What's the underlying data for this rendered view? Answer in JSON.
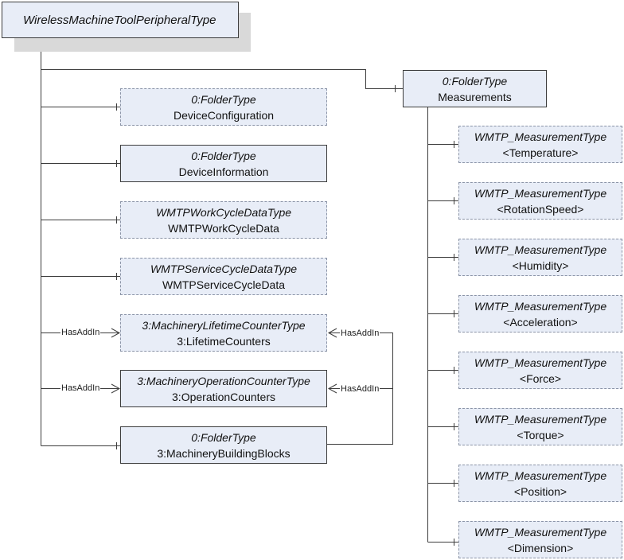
{
  "root": {
    "name": "WirelessMachineToolPeripheralType"
  },
  "children": [
    {
      "type": "0:FolderType",
      "name": "DeviceConfiguration"
    },
    {
      "type": "0:FolderType",
      "name": "DeviceInformation"
    },
    {
      "type": "WMTPWorkCycleDataType",
      "name": "WMTPWorkCycleData"
    },
    {
      "type": "WMTPServiceCycleDataType",
      "name": "WMTPServiceCycleData"
    },
    {
      "type": "3:MachineryLifetimeCounterType",
      "name": "3:LifetimeCounters"
    },
    {
      "type": "3:MachineryOperationCounterType",
      "name": "3:OperationCounters"
    },
    {
      "type": "0:FolderType",
      "name": "3:MachineryBuildingBlocks"
    }
  ],
  "measurements": {
    "type": "0:FolderType",
    "name": "Measurements",
    "items": [
      {
        "type": "WMTP_MeasurementType",
        "name": "<Temperature>"
      },
      {
        "type": "WMTP_MeasurementType",
        "name": "<RotationSpeed>"
      },
      {
        "type": "WMTP_MeasurementType",
        "name": "<Humidity>"
      },
      {
        "type": "WMTP_MeasurementType",
        "name": "<Acceleration>"
      },
      {
        "type": "WMTP_MeasurementType",
        "name": "<Force>"
      },
      {
        "type": "WMTP_MeasurementType",
        "name": "<Torque>"
      },
      {
        "type": "WMTP_MeasurementType",
        "name": "<Position>"
      },
      {
        "type": "WMTP_MeasurementType",
        "name": "<Dimension>"
      }
    ]
  },
  "references": {
    "has_add_in_1": "HasAddIn",
    "has_add_in_2": "HasAddIn",
    "has_add_in_3": "HasAddIn",
    "has_add_in_4": "HasAddIn"
  },
  "colors": {
    "node_fill": "#e8edf7",
    "line": "#3c3c3c",
    "shadow": "#d9d9d9"
  }
}
